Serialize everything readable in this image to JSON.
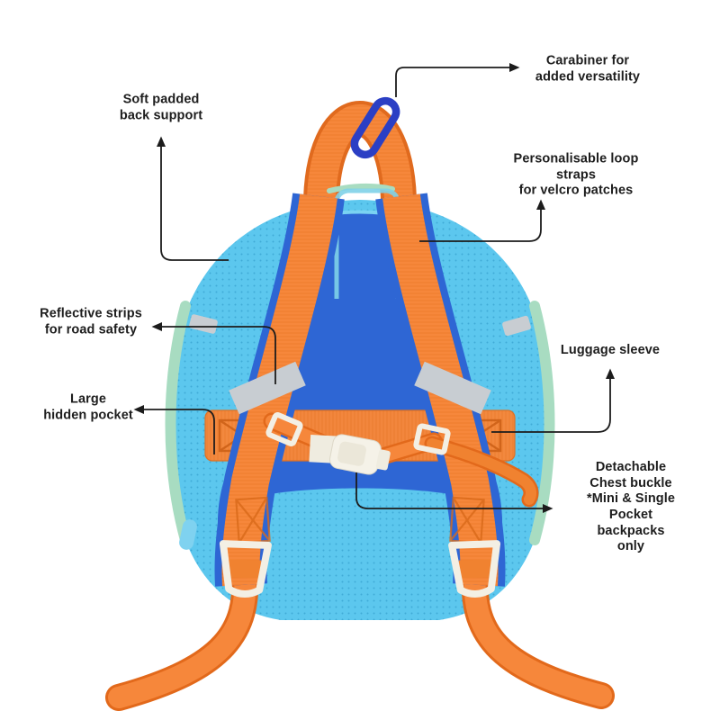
{
  "diagram": {
    "labels": {
      "carabiner": "Carabiner for\nadded versatility",
      "back_support": "Soft padded\nback support",
      "loop_straps": "Personalisable loop straps\nfor velcro patches",
      "reflective_strips": "Reflective strips\nfor road safety",
      "luggage_sleeve": "Luggage sleeve",
      "hidden_pocket": "Large\nhidden pocket",
      "chest_buckle": "Detachable Chest buckle\n*Mini & Single Pocket\nbackpacks only"
    },
    "colors": {
      "background": "#FFFFFF",
      "body_blue": "#5CC7EE",
      "panel_blue": "#2E66D4",
      "strap_orange": "#F6873B",
      "dark_orange": "#E2691B",
      "mint_green": "#A8DCC1",
      "teal_piping": "#7FD2E8",
      "reflective_grey": "#C8CDD2",
      "hardware_white": "#F3EFE4",
      "carabiner_blue": "#2B3FC4",
      "annotation_black": "#1C1C1C"
    }
  }
}
